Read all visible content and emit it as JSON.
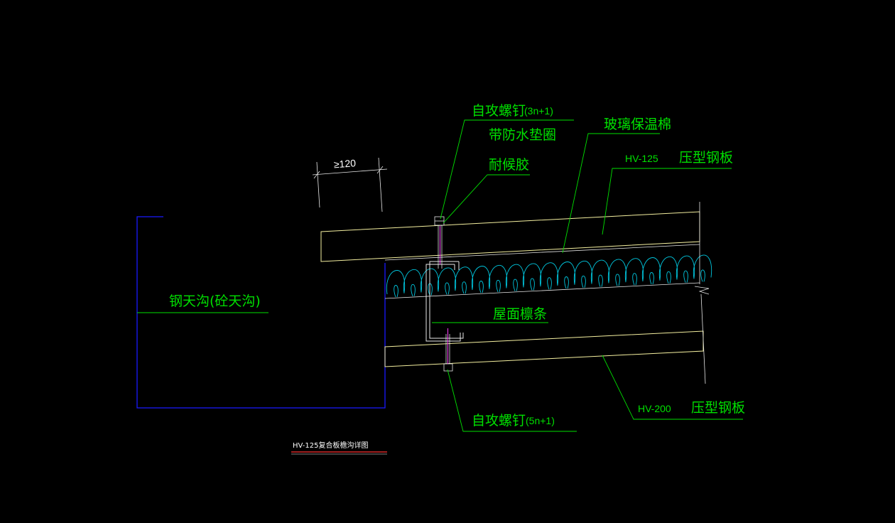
{
  "labels": {
    "screw_top": "自攻螺钉",
    "screw_top_qty": "(3n+1)",
    "washer": "带防水垫圈",
    "sealant": "耐候胶",
    "insulation": "玻璃保温棉",
    "top_panel_code": "HV-125",
    "top_panel_name": "压型钢板",
    "gutter": "钢天沟(砼天沟)",
    "purlin": "屋面檩条",
    "screw_bottom": "自攻螺钉",
    "screw_bottom_qty": "(5n+1)",
    "bottom_panel_code": "HV-200",
    "bottom_panel_name": "压型钢板"
  },
  "dimension": {
    "value": "≥120"
  },
  "title": {
    "text": "HV-125复合板檐沟详图"
  },
  "colors": {
    "background": "#000000",
    "leader": "#00e000",
    "panel": "#f5f0a0",
    "insulation": "#00c8e0",
    "gutter": "#1a1aff",
    "hardware": "#ffffff",
    "fastener": "#ff40ff",
    "title_underline": "#ff3030"
  }
}
